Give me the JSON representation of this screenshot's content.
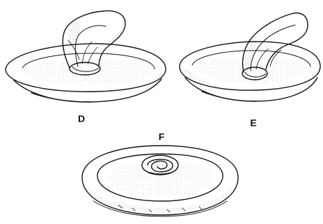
{
  "panels": [
    {
      "label": "D"
    },
    {
      "label": "E"
    },
    {
      "label": "F"
    }
  ]
}
